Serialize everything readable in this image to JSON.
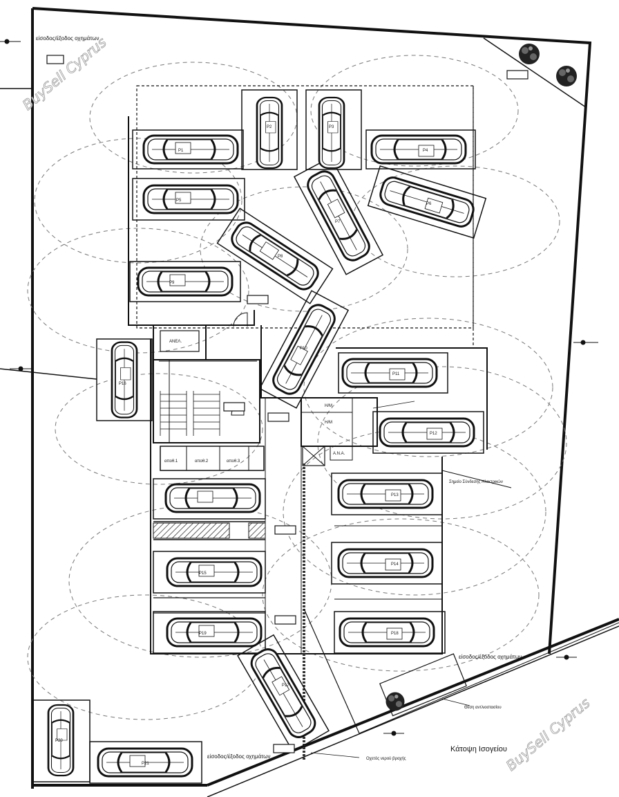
{
  "watermark": "BuySell Cyprus",
  "title": "Κάτοψη Ισογείου",
  "entrance_top": "είσοδος/έξοδος οχημάτων",
  "entrance_right": "είσοδος/έξοδος οχημάτων",
  "entrance_bottom": "είσοδος/έξοδος οχημάτων",
  "note_right": "Σημείο Σύνδεσης Ηλεκτρικών",
  "note_bottom": "Οχετός νερού βροχής",
  "note_bottom_left": "Θέση αντλιοστασίου",
  "storage_labels": [
    "αποθ.1",
    "αποθ.2",
    "αποθ.3"
  ],
  "room_labels": [
    "Η/Μ",
    "Η/Μ",
    "Α.Ν.Α."
  ],
  "lift_label": "ΑΝΕΛ.",
  "spots": [
    "P1",
    "P2",
    "P3",
    "P4",
    "P5",
    "P6",
    "P7",
    "P8",
    "P9",
    "P10",
    "P11",
    "P12",
    "P13",
    "P14",
    "P15",
    "P16",
    "P17",
    "P18",
    "P19",
    "P20",
    "P21"
  ]
}
